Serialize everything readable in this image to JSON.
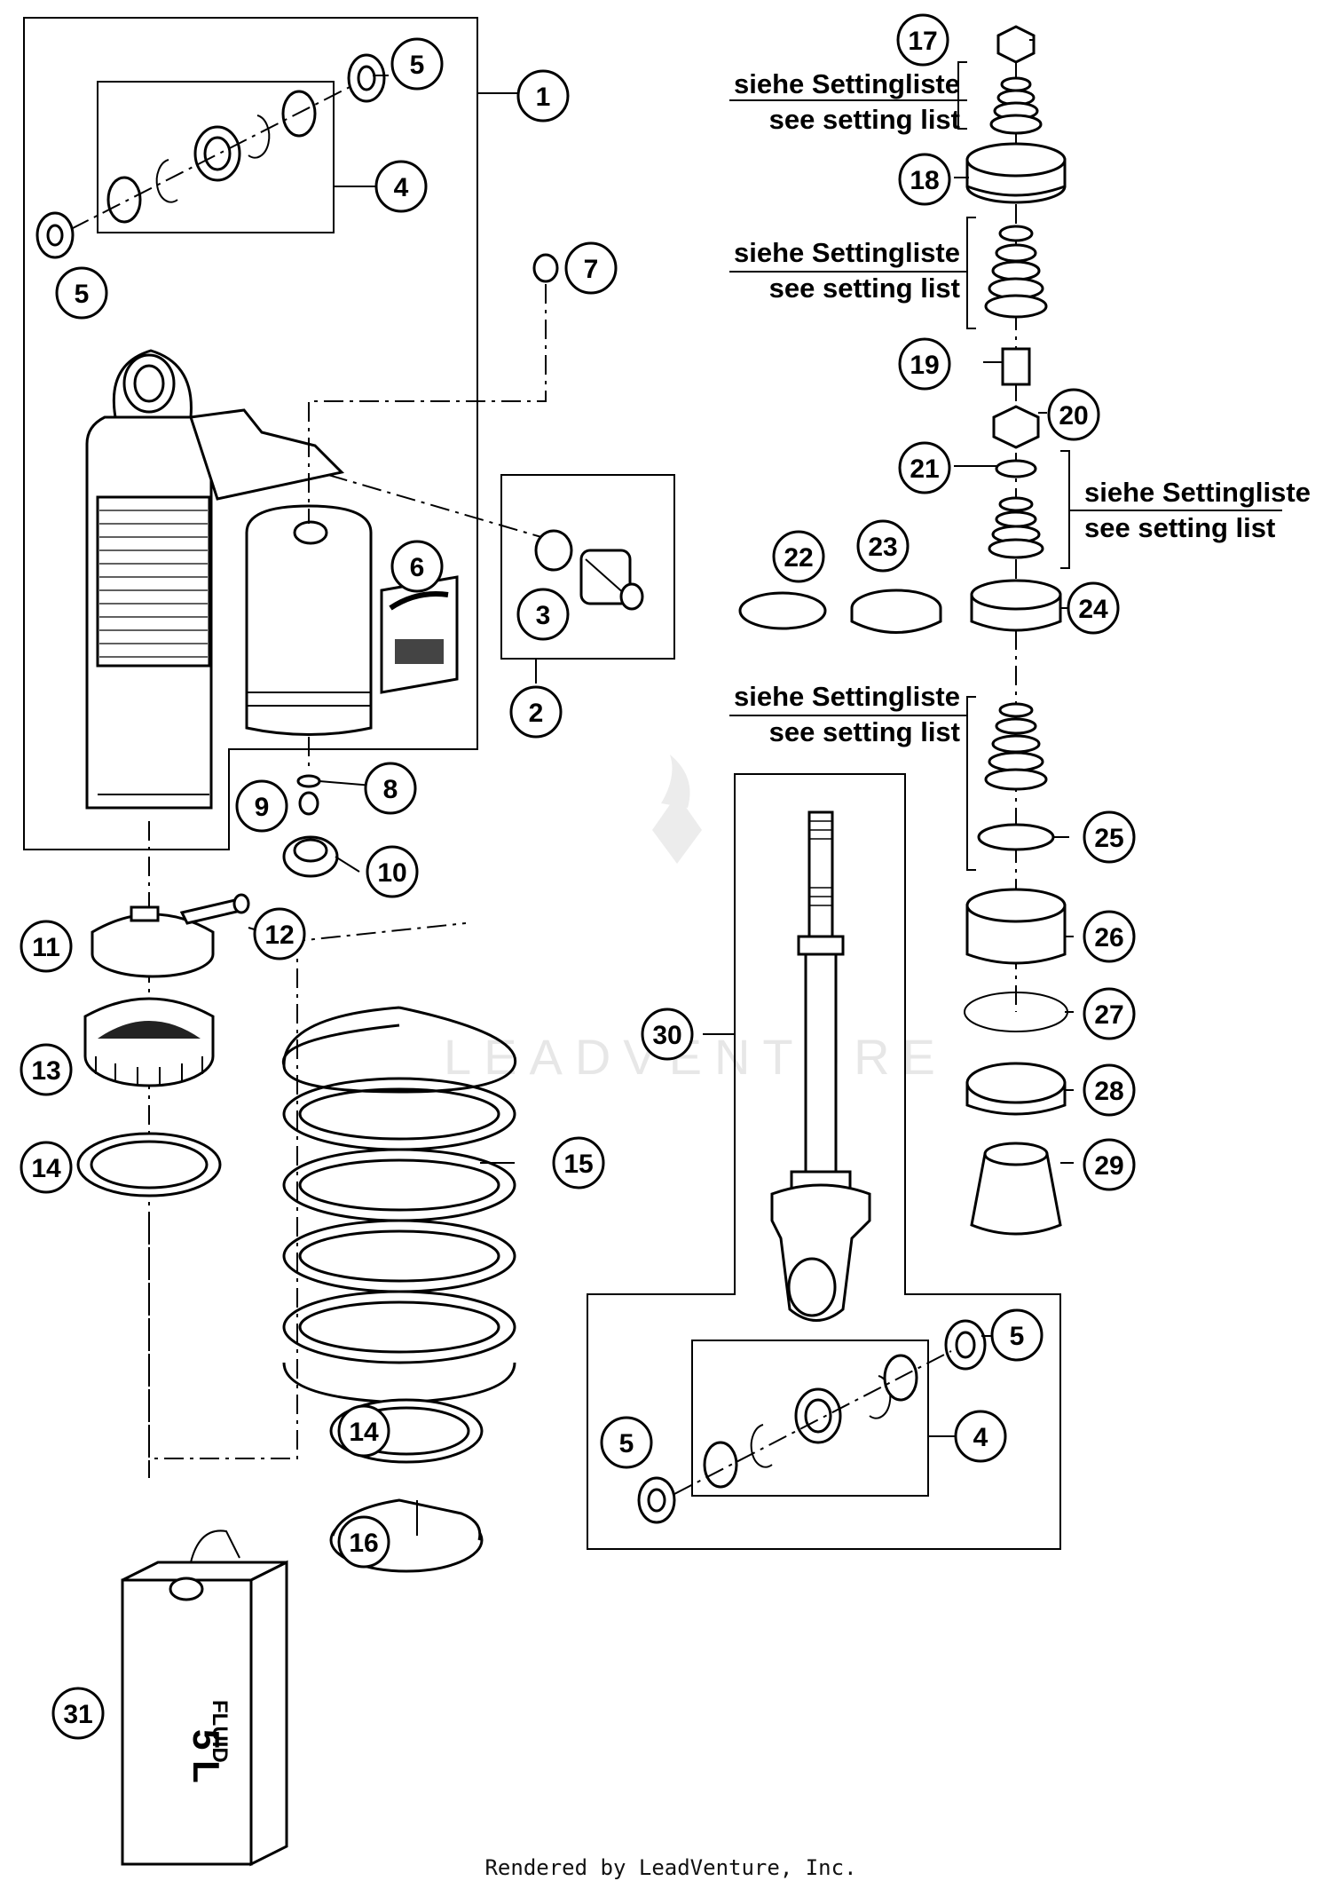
{
  "callouts": [
    {
      "id": "1",
      "label": "1"
    },
    {
      "id": "2",
      "label": "2"
    },
    {
      "id": "3",
      "label": "3"
    },
    {
      "id": "4",
      "label": "4"
    },
    {
      "id": "5",
      "label": "5"
    },
    {
      "id": "6",
      "label": "6"
    },
    {
      "id": "7",
      "label": "7"
    },
    {
      "id": "8",
      "label": "8"
    },
    {
      "id": "9",
      "label": "9"
    },
    {
      "id": "10",
      "label": "10"
    },
    {
      "id": "11",
      "label": "11"
    },
    {
      "id": "12",
      "label": "12"
    },
    {
      "id": "13",
      "label": "13"
    },
    {
      "id": "14",
      "label": "14"
    },
    {
      "id": "15",
      "label": "15"
    },
    {
      "id": "16",
      "label": "16"
    },
    {
      "id": "17",
      "label": "17"
    },
    {
      "id": "18",
      "label": "18"
    },
    {
      "id": "19",
      "label": "19"
    },
    {
      "id": "20",
      "label": "20"
    },
    {
      "id": "21",
      "label": "21"
    },
    {
      "id": "22",
      "label": "22"
    },
    {
      "id": "23",
      "label": "23"
    },
    {
      "id": "24",
      "label": "24"
    },
    {
      "id": "25",
      "label": "25"
    },
    {
      "id": "26",
      "label": "26"
    },
    {
      "id": "27",
      "label": "27"
    },
    {
      "id": "28",
      "label": "28"
    },
    {
      "id": "29",
      "label": "29"
    },
    {
      "id": "30",
      "label": "30"
    },
    {
      "id": "31",
      "label": "31"
    }
  ],
  "setting_notes": {
    "german": "siehe Settingliste",
    "english": "see setting list"
  },
  "fluid_can": {
    "word": "FLUID",
    "volume": "5 L"
  },
  "watermark": "LEADVENTURE",
  "footer": "Rendered by LeadVenture, Inc."
}
